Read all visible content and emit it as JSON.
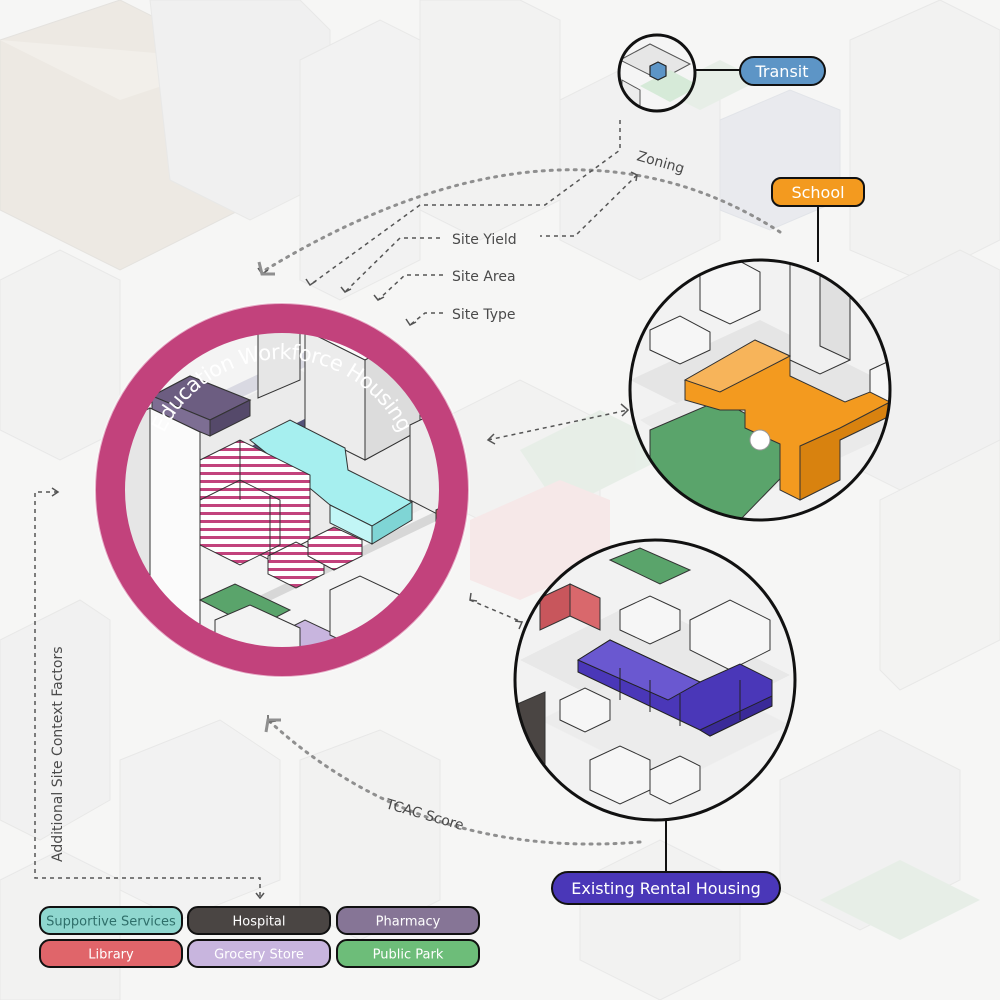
{
  "central_ring_title": "Education Workforce Housing",
  "flow_labels": {
    "zoning": "Zoning",
    "site_yield": "Site Yield",
    "site_area": "Site Area",
    "site_type": "Site Type",
    "tcac_score": "TCAC Score",
    "additional_factors": "Additional Site Context Factors"
  },
  "callouts": {
    "transit": "Transit",
    "school": "School",
    "existing_rental_housing": "Existing Rental Housing"
  },
  "legend": [
    {
      "label": "Supportive Services",
      "color": "#8fd7cf"
    },
    {
      "label": "Hospital",
      "color": "#4a4543"
    },
    {
      "label": "Pharmacy",
      "color": "#867596"
    },
    {
      "label": "Library",
      "color": "#e0656a"
    },
    {
      "label": "Grocery Store",
      "color": "#c8b5de"
    },
    {
      "label": "Public Park",
      "color": "#6dbd79"
    }
  ],
  "colors": {
    "ring": "#c2427c",
    "transit": "#5d95c6",
    "school": "#f39a1f",
    "rental": "#4a37b8",
    "park": "#5aa46b",
    "supportive": "#a6efef",
    "pharmacy": "#6c5d81",
    "library": "#c8565c"
  }
}
